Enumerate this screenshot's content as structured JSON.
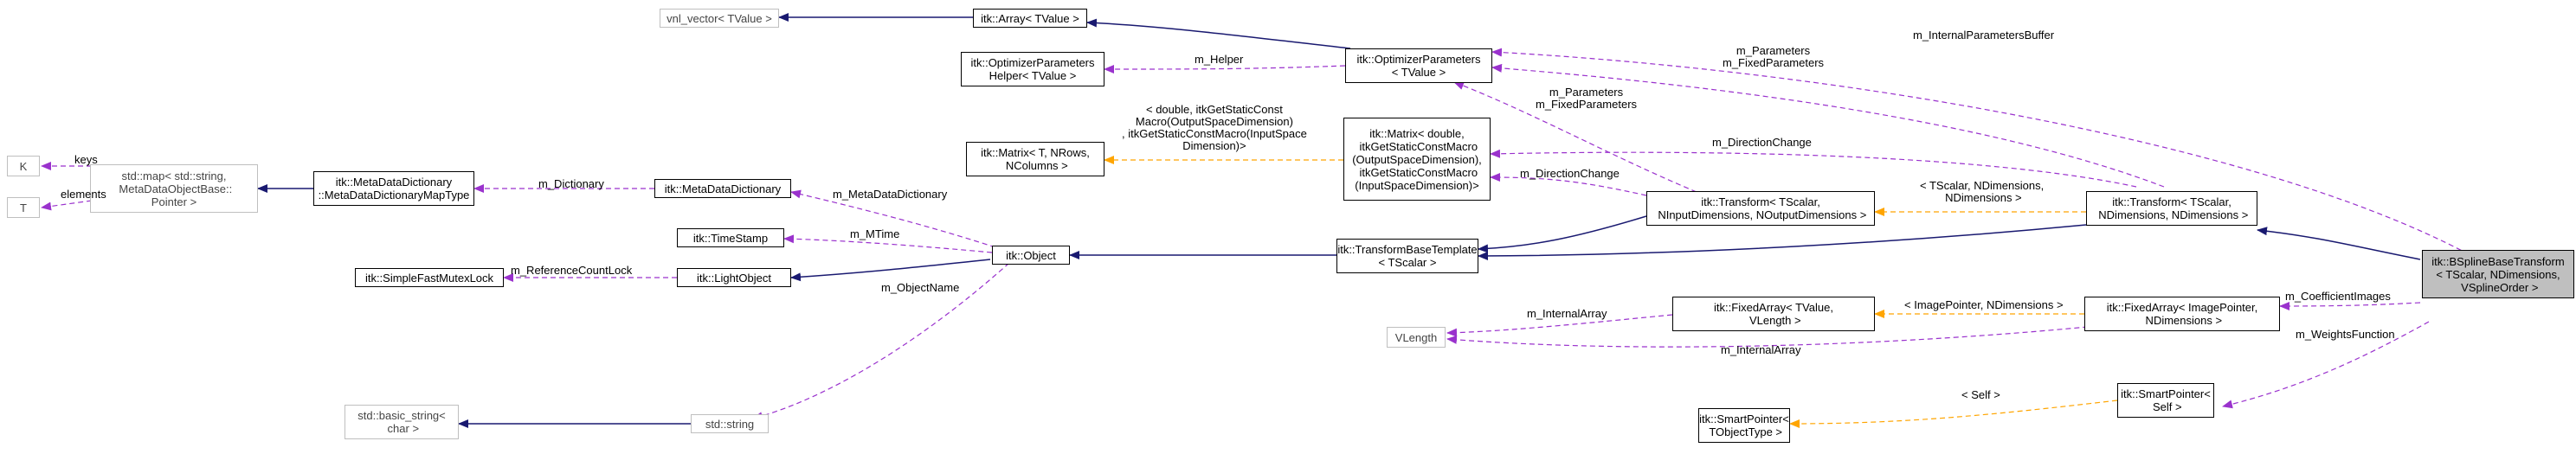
{
  "colors": {
    "inheritance": "#191970",
    "usage": "#9a32cd",
    "template": "#ffa500",
    "root_fill": "#bfbfbf",
    "external_border": "#bfbfbf"
  },
  "nodes": {
    "bspline": "itk::BSplineBaseTransform\n< TScalar, NDimensions,\n VSplineOrder >",
    "vnl_vector": "vnl_vector< TValue >",
    "array": "itk::Array< TValue >",
    "opt_params": "itk::OptimizerParameters\n< TValue >",
    "opt_helper": "itk::OptimizerParameters\nHelper< TValue >",
    "matrix_tpl": "itk::Matrix< T, NRows,\n NColumns >",
    "matrix_inst": "itk::Matrix< double,\n itkGetStaticConstMacro\n(OutputSpaceDimension),\n itkGetStaticConstMacro\n(InputSpaceDimension)>",
    "k": "K",
    "t": "T",
    "std_map": "std::map< std::string,\n MetaDataObjectBase::\nPointer >",
    "mdd_maptype": "itk::MetaDataDictionary\n::MetaDataDictionaryMapType",
    "mdd": "itk::MetaDataDictionary",
    "timestamp": "itk::TimeStamp",
    "simple_lock": "itk::SimpleFastMutexLock",
    "light_object": "itk::LightObject",
    "basic_string": "std::basic_string<\n char >",
    "std_string": "std::string",
    "object": "itk::Object",
    "tbase": "itk::TransformBaseTemplate\n< TScalar >",
    "transform_in_out": "itk::Transform< TScalar,\n NInputDimensions, NOutputDimensions >",
    "transform_n": "itk::Transform< TScalar,\n NDimensions, NDimensions >",
    "vlength": "VLength",
    "fixed_tv": "itk::FixedArray< TValue,\n VLength >",
    "fixed_ip": "itk::FixedArray< ImagePointer,\n NDimensions >",
    "sp_tobj": "itk::SmartPointer<\n TObjectType >",
    "sp_self": "itk::SmartPointer<\n Self >"
  },
  "edge_labels": {
    "internal_params_buffer": "m_InternalParametersBuffer",
    "params_fixed_top": "m_Parameters\nm_FixedParameters",
    "params_fixed_mid": "m_Parameters\nm_FixedParameters",
    "helper": "m_Helper",
    "matrix_tpl_args": "< double, itkGetStaticConst\nMacro(OutputSpaceDimension)\n, itkGetStaticConstMacro(InputSpace\nDimension)>",
    "direction_change_top": "m_DirectionChange",
    "direction_change_mid": "m_DirectionChange",
    "transform_tpl_args": "< TScalar, NDimensions,\n NDimensions >",
    "keys": "keys",
    "elements": "elements",
    "dictionary": "m_Dictionary",
    "metadata_dictionary": "m_MetaDataDictionary",
    "mtime": "m_MTime",
    "reference_count_lock": "m_ReferenceCountLock",
    "object_name": "m_ObjectName",
    "coefficient_images": "m_CoefficientImages",
    "weights_function": "m_WeightsFunction",
    "internal_array_top": "m_InternalArray",
    "internal_array_bottom": "m_InternalArray",
    "fixed_tpl_args": "< ImagePointer, NDimensions >",
    "self_args": "< Self >"
  }
}
